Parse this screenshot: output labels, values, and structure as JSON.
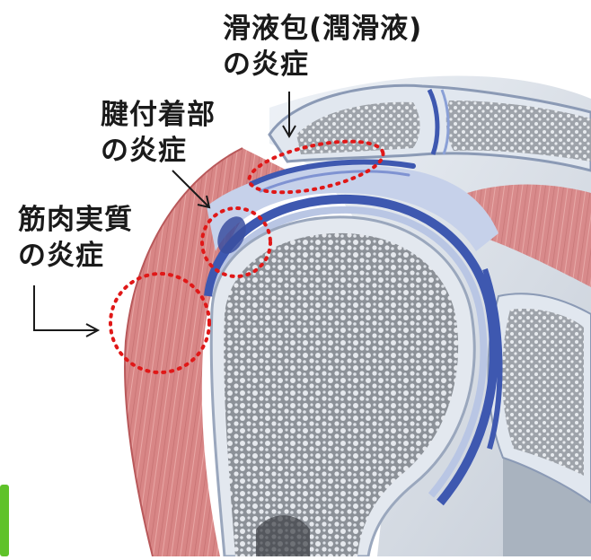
{
  "labels": {
    "bursa": {
      "line1": "滑液包(潤滑液)",
      "line2": "の炎症"
    },
    "tendon_attachment": {
      "line1": "腱付着部",
      "line2": "の炎症"
    },
    "muscle_body": {
      "line1": "筋肉実質",
      "line2": "の炎症"
    }
  },
  "colors": {
    "muscle": "#d98585",
    "bone_outer": "#dfe6ef",
    "bone_inner": "#8f949a",
    "bursa_blue": "#3e58b0",
    "cartilage": "#b9c6e4",
    "highlight_circle": "#e01818",
    "green_tab": "#5fc22a"
  }
}
